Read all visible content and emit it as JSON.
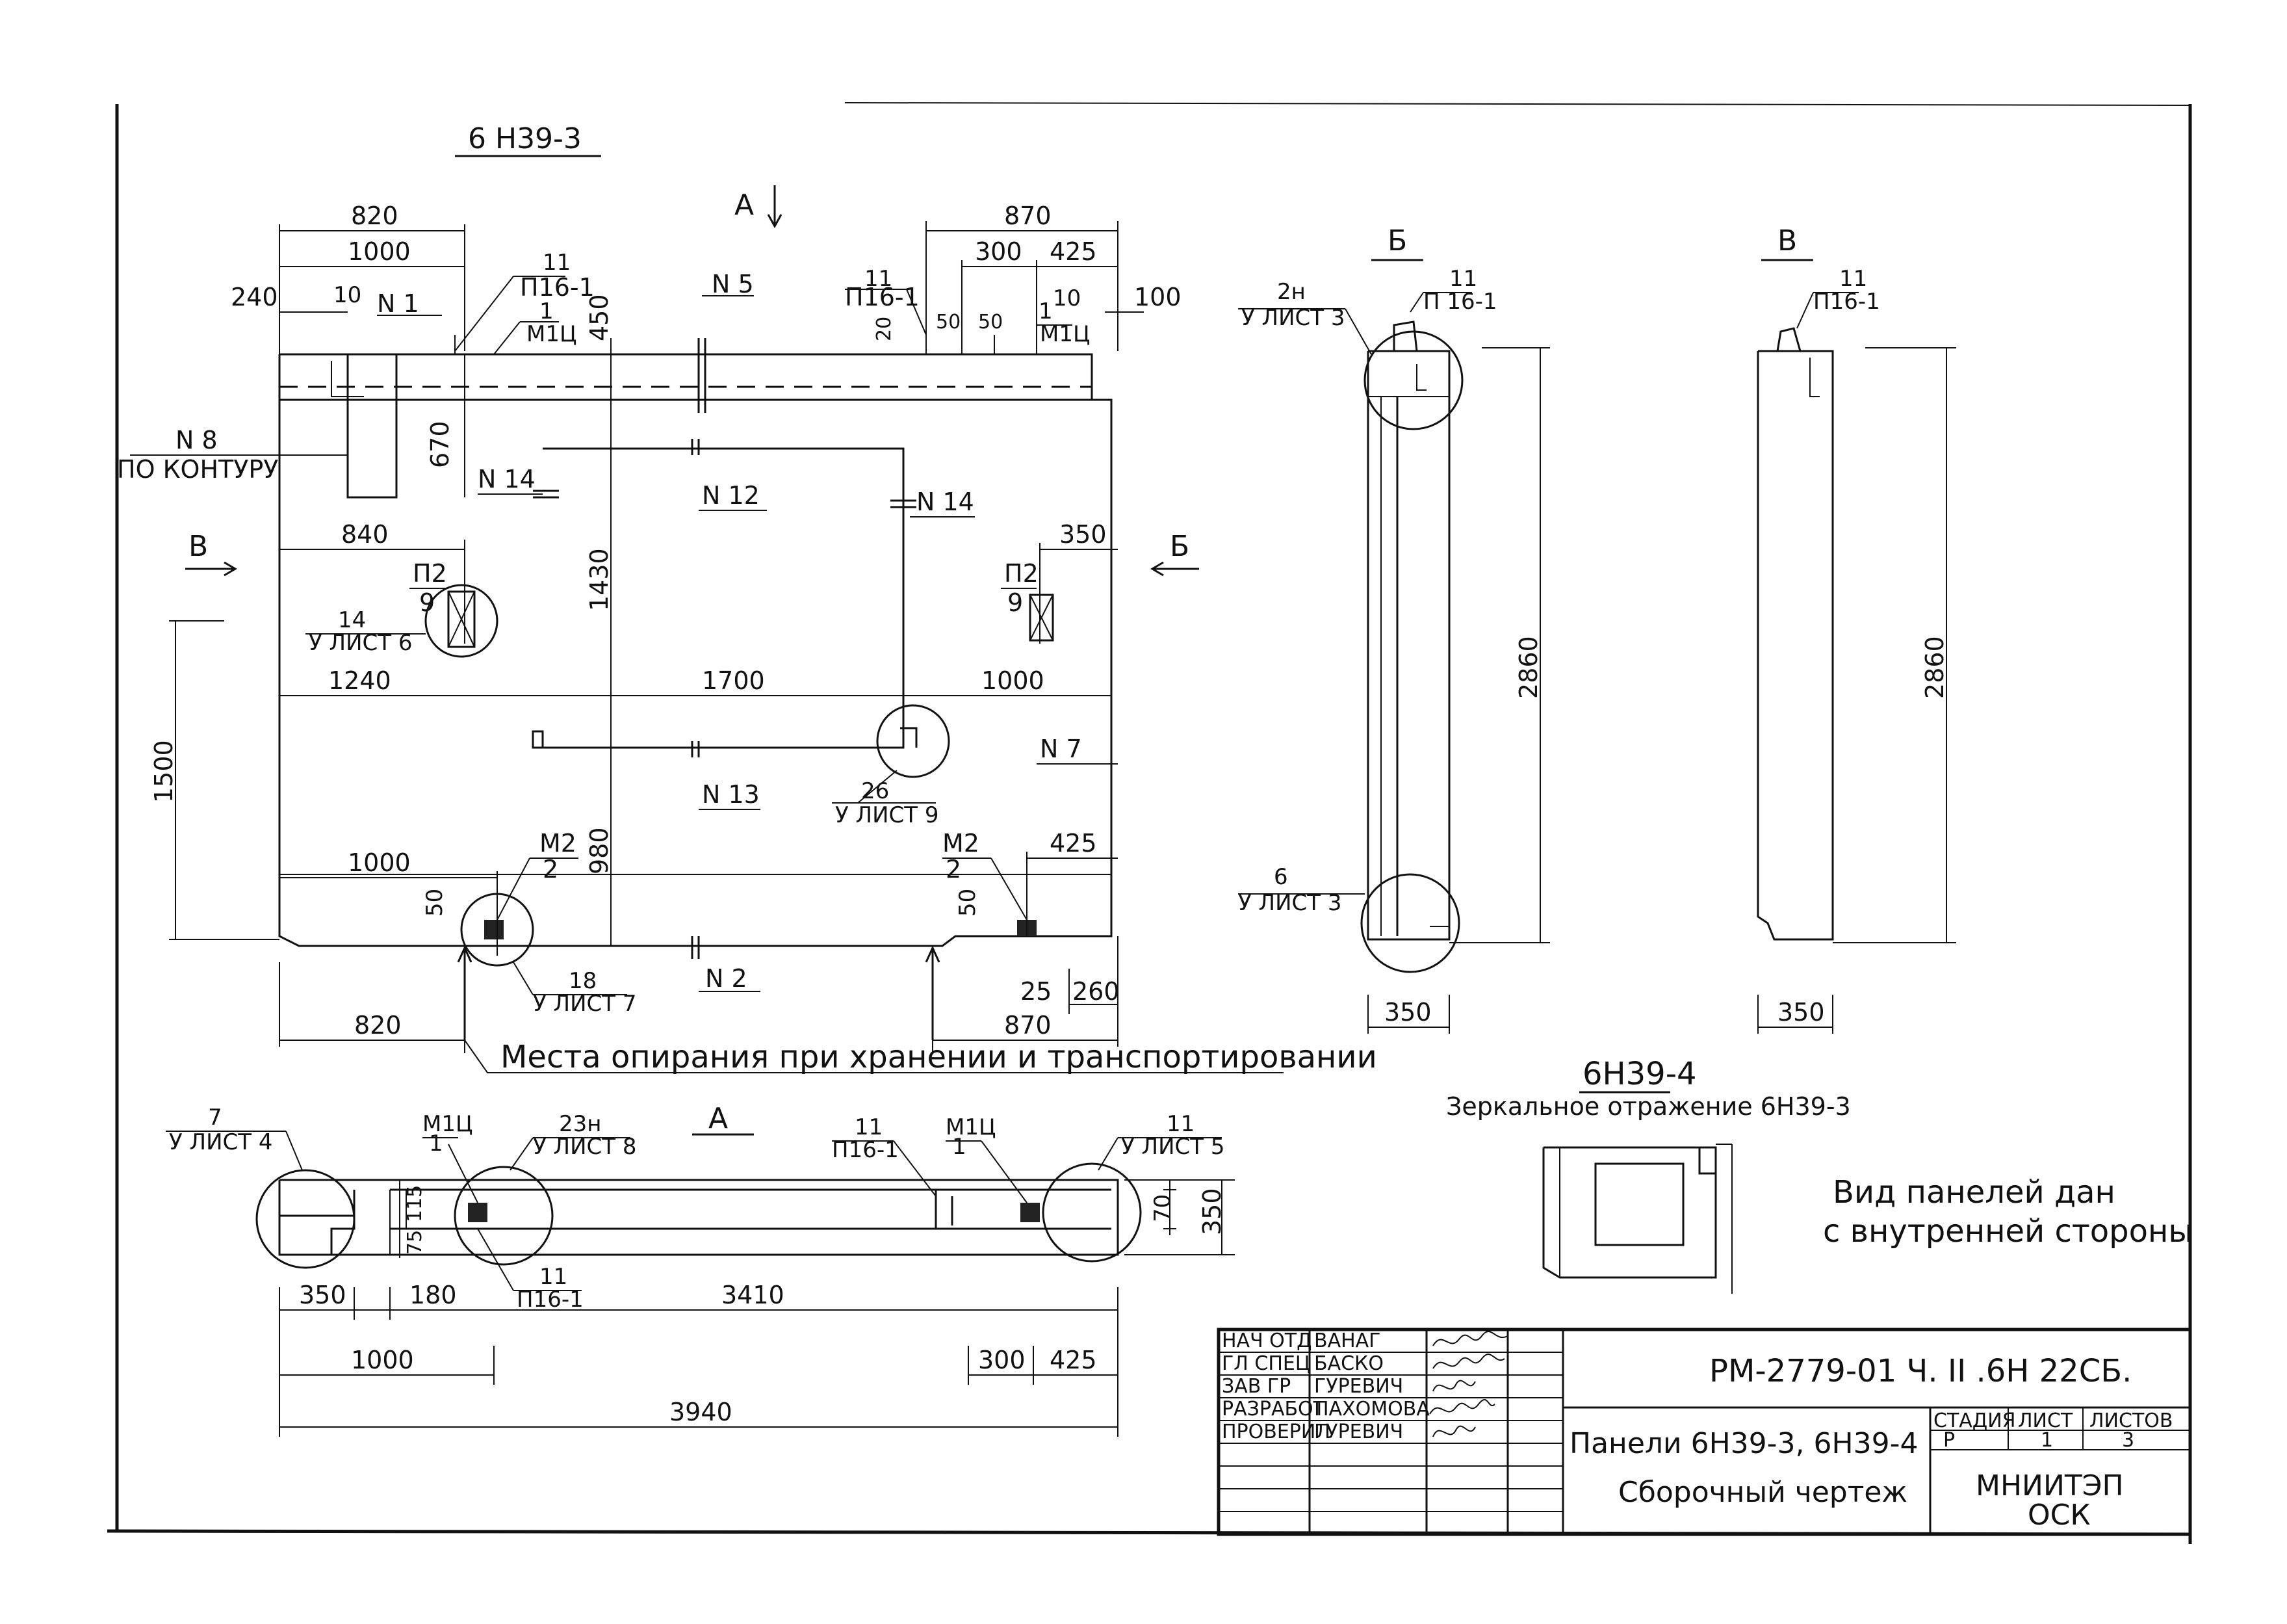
{
  "main_view": {
    "title": "6 Н39-3",
    "view_a_marker": "А",
    "view_b_marker": "В",
    "view_v_marker": "Б",
    "dims": {
      "d820_top": "820",
      "d1000_top": "1000",
      "d240": "240",
      "d10_left": "10",
      "d870_top": "870",
      "d300_top": "300",
      "d425_top": "425",
      "d10_right": "10",
      "d100": "100",
      "d450": "450",
      "d670": "670",
      "d20": "20",
      "d50a": "50",
      "d50b": "50",
      "d840": "840",
      "d350_right": "350",
      "d1430": "1430",
      "d1240": "1240",
      "d1700": "1700",
      "d1000_mid": "1000",
      "d1500": "1500",
      "d1000_bottom": "1000",
      "d980": "980",
      "d425_bottom": "425",
      "d50_left": "50",
      "d50_right": "50",
      "d820_bottom": "820",
      "d870_bottom": "870",
      "d25": "25",
      "d260": "260"
    },
    "labels": {
      "n1": "N 1",
      "n5": "N 5",
      "n8": "N 8",
      "po_konturu": "ПО КОНТУРУ",
      "n14_left": "N 14",
      "n12": "N 12",
      "n14_right": "N 14",
      "n7": "N 7",
      "n13": "N 13",
      "n2": "N 2",
      "p16_left_num": "11",
      "p16_left": "П16-1",
      "m1c_left_num": "1",
      "m1c_left": "М1Ц",
      "p16_right_num": "11",
      "p16_right": "П16-1",
      "m1c_right_num": "1",
      "m1c_right": "М1Ц",
      "p2_left": "П2",
      "p2_left_num": "9",
      "list6_num": "14",
      "list6": "У ЛИСТ 6",
      "p2_right": "П2",
      "p2_right_num": "9",
      "list9_num": "26",
      "list9": "У ЛИСТ 9",
      "m2_left": "М2",
      "m2_left_num": "2",
      "m2_right": "М2",
      "m2_right_num": "2",
      "list7_num": "18",
      "list7": "У ЛИСТ 7",
      "support_note": "Места опирания при хранении и транспортировании"
    }
  },
  "section_b": {
    "marker": "Б",
    "ref1_num": "2н",
    "ref1": "У ЛИСТ 3",
    "p16_num": "11",
    "p16": "П 16-1",
    "ref2_num": "6",
    "ref2": "У ЛИСТ 3",
    "height": "2860",
    "width": "350"
  },
  "section_v": {
    "marker": "В",
    "p16_num": "11",
    "p16": "П16-1",
    "height": "2860",
    "width": "350"
  },
  "mirror": {
    "title": "6Н39-4",
    "subtitle": "Зеркальное отражение 6Н39-3"
  },
  "view_note": {
    "line1": "Вид панелей дан",
    "line2": "с внутренней стороны"
  },
  "plan_view": {
    "marker": "А",
    "ref7_num": "7",
    "ref7": "У ЛИСТ 4",
    "m1c_left_num": "1",
    "m1c_left": "М1Ц",
    "ref23_num": "23н",
    "ref23": "У ЛИСТ 8",
    "p16_mid_num": "11",
    "p16_mid": "П16-1",
    "m1c_right_num": "1",
    "m1c_right": "М1Ц",
    "ref5_num": "11",
    "ref5": "У ЛИСТ 5",
    "p16_bottom_num": "11",
    "p16_bottom": "П16-1",
    "d115": "115",
    "d70": "70",
    "d350": "350",
    "d75": "75",
    "d350_left": "350",
    "d180": "180",
    "d3410": "3410",
    "d1000": "1000",
    "d300": "300",
    "d425": "425",
    "d3940": "3940"
  },
  "title_block": {
    "rows": [
      {
        "role": "НАЧ ОТД",
        "name": "ВАНАГ"
      },
      {
        "role": "ГЛ СПЕЦ",
        "name": "БАСКО"
      },
      {
        "role": "ЗАВ ГР",
        "name": "ГУРЕВИЧ"
      },
      {
        "role": "РАЗРАБОТ",
        "name": "ПАХОМОВА"
      },
      {
        "role": "ПРОВЕРИЛ",
        "name": "ГУРЕВИЧ"
      }
    ],
    "doc_code": "РМ-2779-01 Ч. II .6Н 22СБ.",
    "doc_name_line1": "Панели 6Н39-3, 6Н39-4",
    "doc_name_line2": "Сборочный чертеж",
    "stage_header": "СТАДИЯ",
    "sheet_header": "ЛИСТ",
    "sheets_header": "ЛИСТОВ",
    "stage": "Р",
    "sheet": "1",
    "sheets": "3",
    "org_line1": "МНИИТЭП",
    "org_line2": "ОСК"
  }
}
